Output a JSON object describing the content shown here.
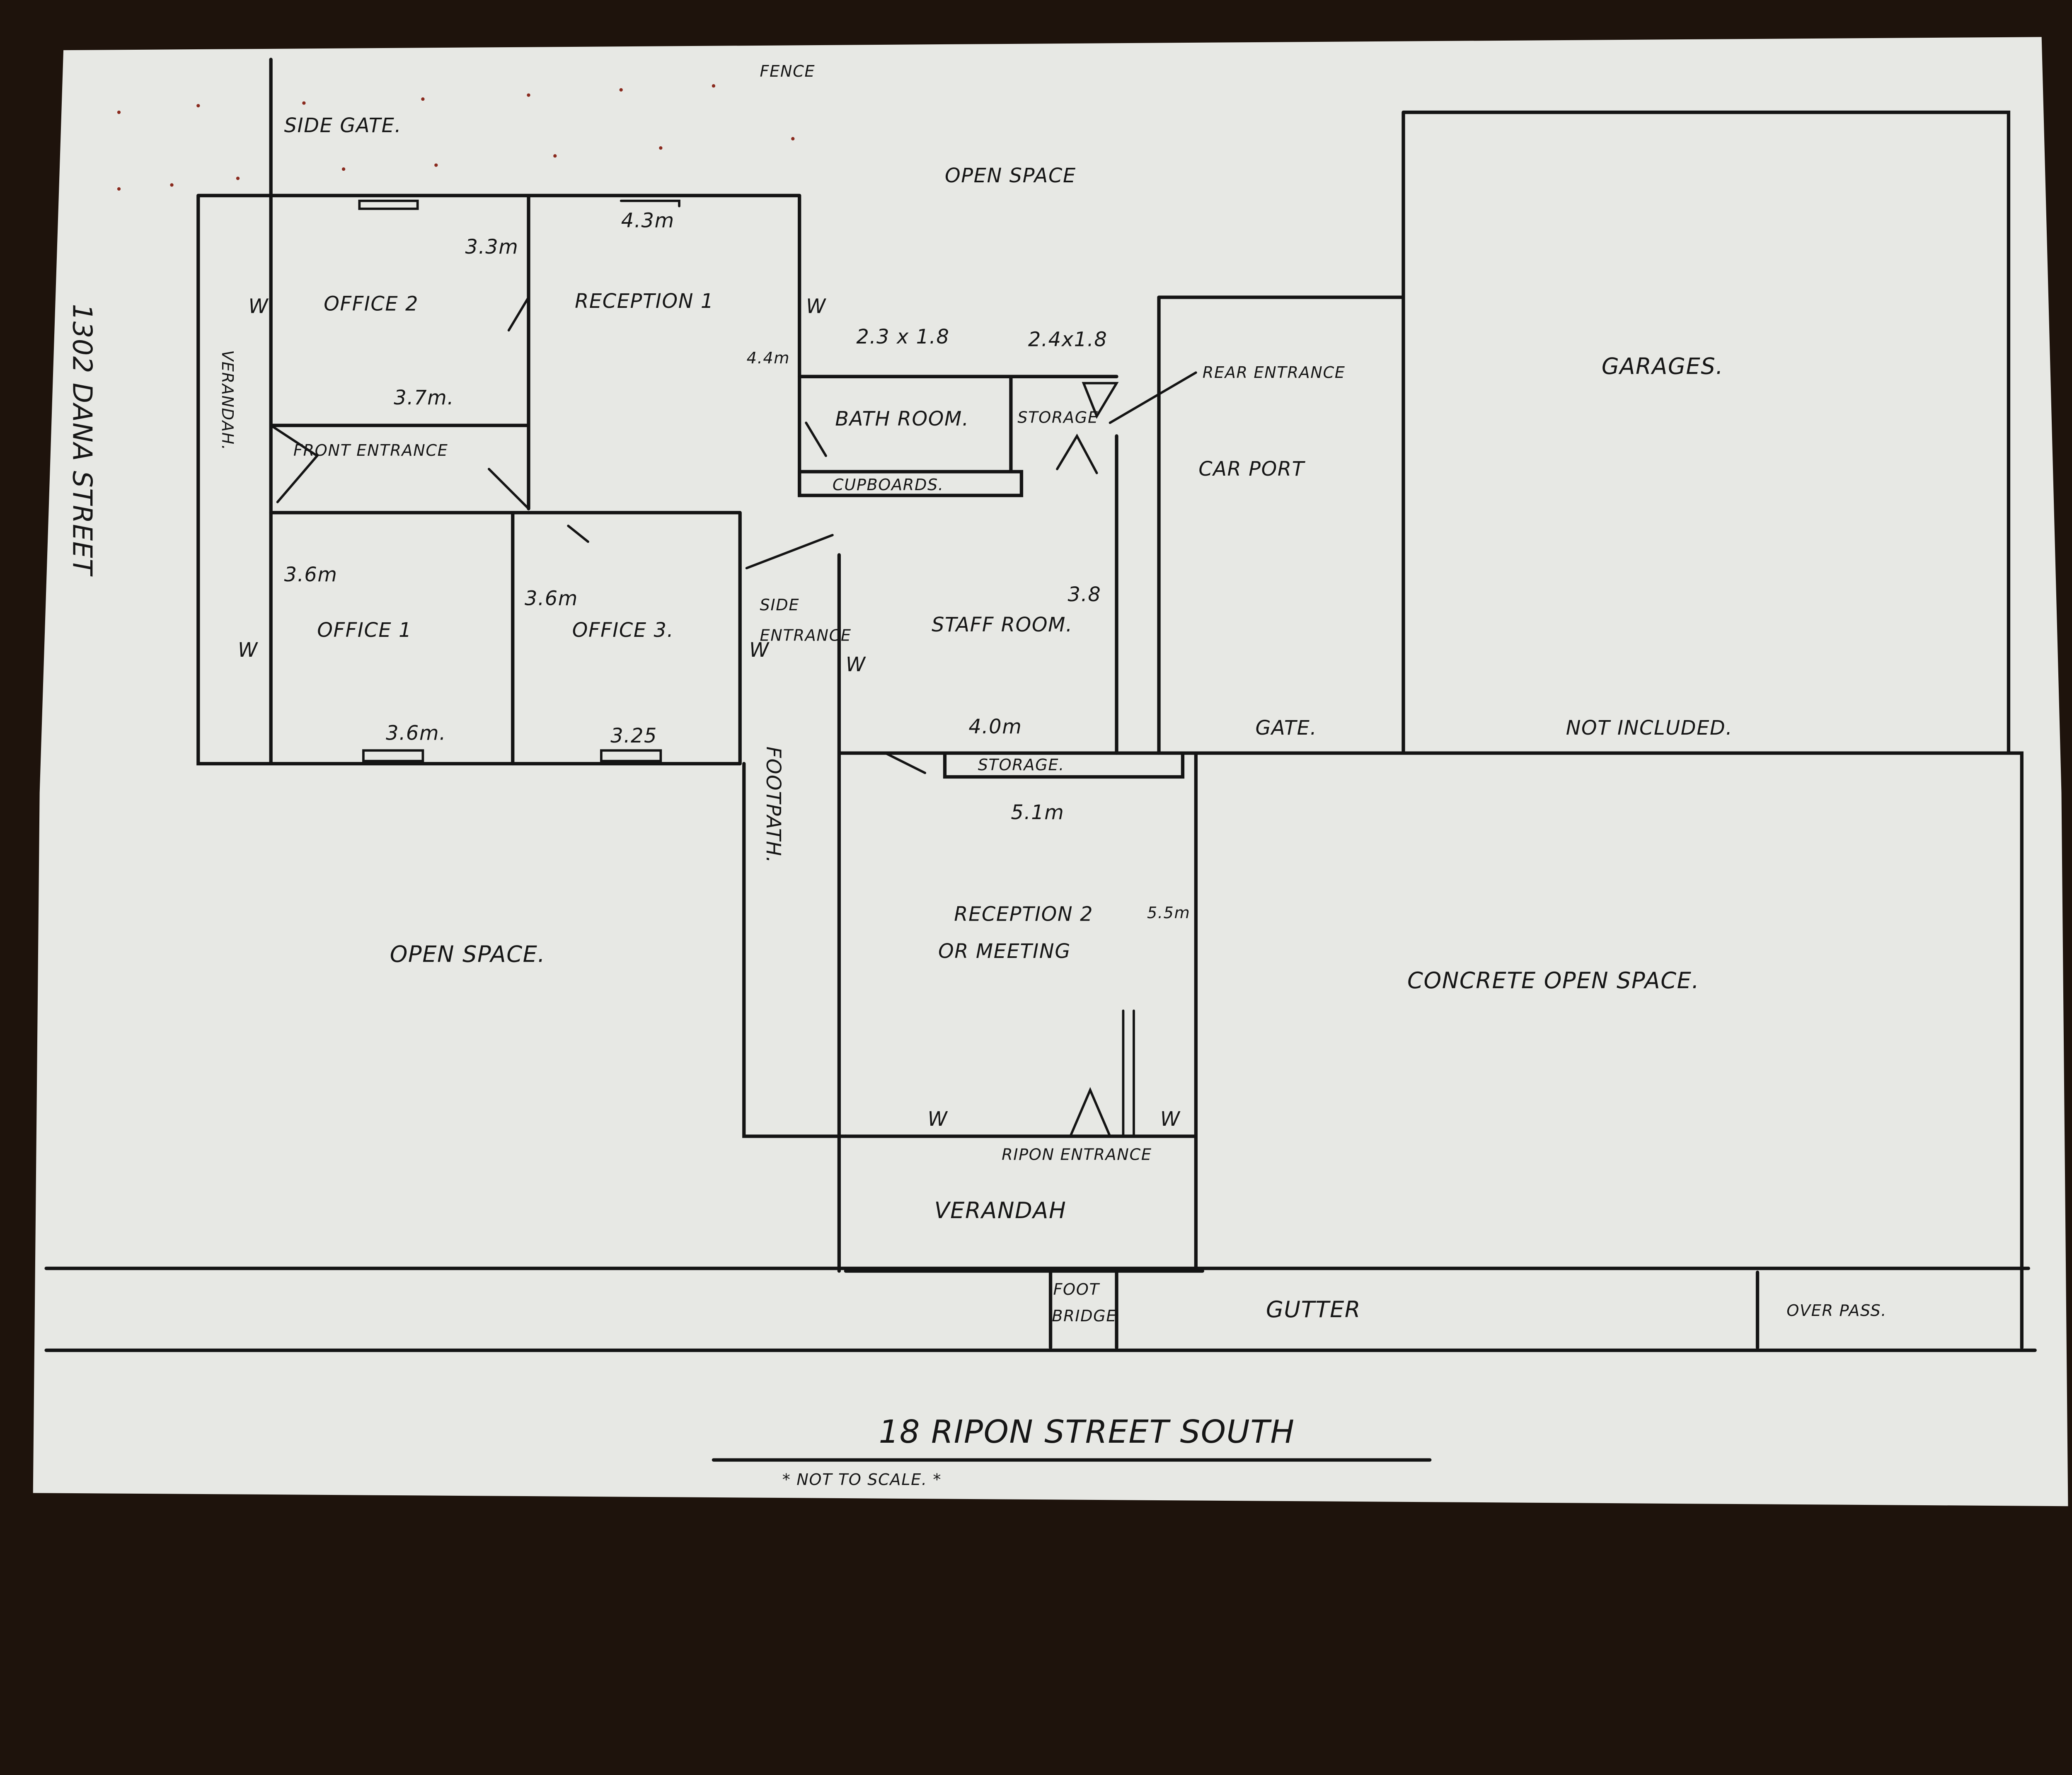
{
  "plan": {
    "fence": "FENCE",
    "side_gate": "SIDE GATE.",
    "open_space_top": "OPEN SPACE",
    "street_left": "1302 DANA STREET",
    "street_bottom": "18 RIPON STREET SOUTH",
    "not_to_scale": "* NOT TO SCALE. *",
    "verandah_left": "VERANDAH.",
    "office_2": "OFFICE 2",
    "office_2_dim_h": "3.3m",
    "office_2_dim_w": "3.7m.",
    "reception_1": "RECEPTION 1",
    "reception_1_dim": "4.3m",
    "reception_1_dim_side": "4.4m",
    "front_entrance": "FRONT ENTRANCE",
    "bathroom_dim": "2.3 x 1.8",
    "storage_dim": "2.4x1.8",
    "bathroom": "BATH ROOM.",
    "storage_small": "STORAGE",
    "cupboards": "CUPBOARDS.",
    "rear_entrance": "REAR ENTRANCE",
    "car_port": "CAR PORT",
    "garages": "GARAGES.",
    "office_1": "OFFICE 1",
    "office_1_dim_h": "3.6m",
    "office_1_dim_w": "3.6m.",
    "office_3": "OFFICE 3.",
    "office_3_dim_h": "3.6m",
    "office_3_dim_w": "3.25",
    "side_entrance_1": "SIDE",
    "side_entrance_2": "ENTRANCE",
    "staff_room": "STAFF ROOM.",
    "staff_room_dim_h": "3.8",
    "staff_room_dim_w": "4.0m",
    "storage_long": "STORAGE.",
    "gate": "GATE.",
    "not_included": "NOT INCLUDED.",
    "reception_2_dim_w": "5.1m",
    "footpath": "FOOTPATH.",
    "reception_2": "RECEPTION 2",
    "reception_2_dim": "5.5m",
    "or_meeting": "OR MEETING",
    "open_space_left": "OPEN SPACE.",
    "concrete_open_space": "CONCRETE OPEN SPACE.",
    "window": "W",
    "ripon_entrance": "RIPON ENTRANCE",
    "verandah_bottom": "VERANDAH",
    "foot": "FOOT",
    "bridge": "BRIDGE",
    "gutter": "GUTTER",
    "over_pass": "OVER PASS."
  },
  "colors": {
    "paper": "#e9eae6",
    "ink": "#161616",
    "table": "#1e130c",
    "fence_dots": "#8a2a1e"
  }
}
